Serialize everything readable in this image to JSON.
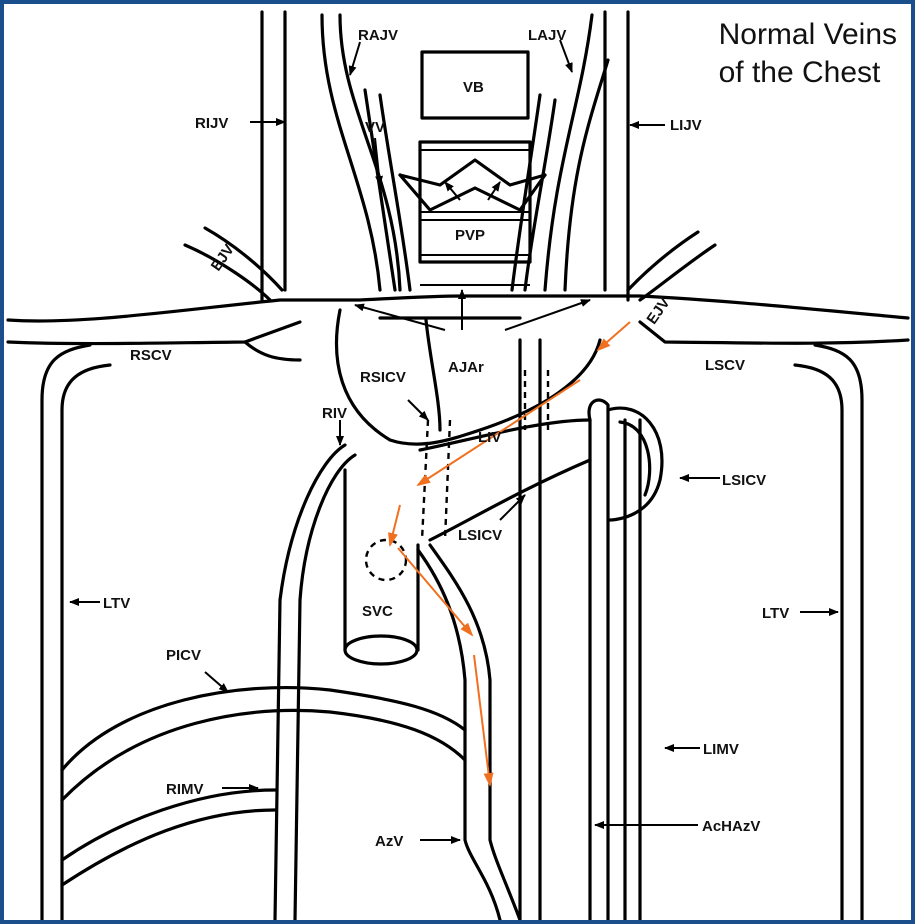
{
  "title": {
    "line1": "Normal Veins",
    "line2": "of the Chest"
  },
  "labels": {
    "rajv": "RAJV",
    "lajv": "LAJV",
    "vb": "VB",
    "rijv": "RIJV",
    "lijv": "LIJV",
    "vv": "VV",
    "pvp": "PVP",
    "ejv_left": "EJV",
    "ejv_right": "EJV",
    "rscv": "RSCV",
    "lscv": "LSCV",
    "ajar": "AJAr",
    "rsicv": "RSICV",
    "riv": "RIV",
    "liv": "LIV",
    "lsicv_right": "LSICV",
    "lsicv_center": "LSICV",
    "ltv_left": "LTV",
    "ltv_right": "LTV",
    "svc": "SVC",
    "picv": "PICV",
    "limv": "LIMV",
    "rimv": "RIMV",
    "azv": "AzV",
    "achazv": "AcHAzV"
  },
  "colors": {
    "frame": "#1a4f8c",
    "background": "#ffffff",
    "lines": "#000000",
    "flow_arrows": "#f07020"
  }
}
